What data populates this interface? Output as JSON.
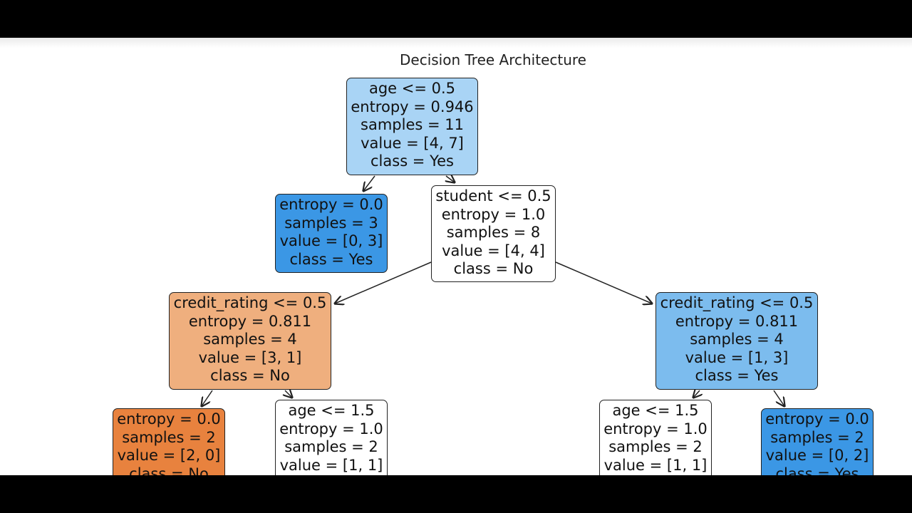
{
  "title": "Decision Tree Architecture",
  "colors": {
    "root": "#a9d4f5",
    "pure_yes": "#3b97e5",
    "neutral": "#ffffff",
    "lean_no": "#efaf7e",
    "lean_yes": "#7cbcee",
    "pure_no": "#e8823e"
  },
  "nodes": {
    "root": {
      "split": "age <= 0.5",
      "entropy": "entropy = 0.946",
      "samples": "samples = 11",
      "value": "value = [4, 7]",
      "class": "class = Yes"
    },
    "left_leaf": {
      "entropy": "entropy = 0.0",
      "samples": "samples = 3",
      "value": "value = [0, 3]",
      "class": "class = Yes"
    },
    "student": {
      "split": "student <= 0.5",
      "entropy": "entropy = 1.0",
      "samples": "samples = 8",
      "value": "value = [4, 4]",
      "class": "class = No"
    },
    "credit_left": {
      "split": "credit_rating <= 0.5",
      "entropy": "entropy = 0.811",
      "samples": "samples = 4",
      "value": "value = [3, 1]",
      "class": "class = No"
    },
    "credit_right": {
      "split": "credit_rating <= 0.5",
      "entropy": "entropy = 0.811",
      "samples": "samples = 4",
      "value": "value = [1, 3]",
      "class": "class = Yes"
    },
    "leaf_no": {
      "entropy": "entropy = 0.0",
      "samples": "samples = 2",
      "value": "value = [2, 0]",
      "class": "class = No"
    },
    "age_left": {
      "split": "age <= 1.5",
      "entropy": "entropy = 1.0",
      "samples": "samples = 2",
      "value": "value = [1, 1]"
    },
    "age_right": {
      "split": "age <= 1.5",
      "entropy": "entropy = 1.0",
      "samples": "samples = 2",
      "value": "value = [1, 1]"
    },
    "leaf_yes": {
      "entropy": "entropy = 0.0",
      "samples": "samples = 2",
      "value": "value = [0, 2]",
      "class": "class = Yes"
    }
  }
}
